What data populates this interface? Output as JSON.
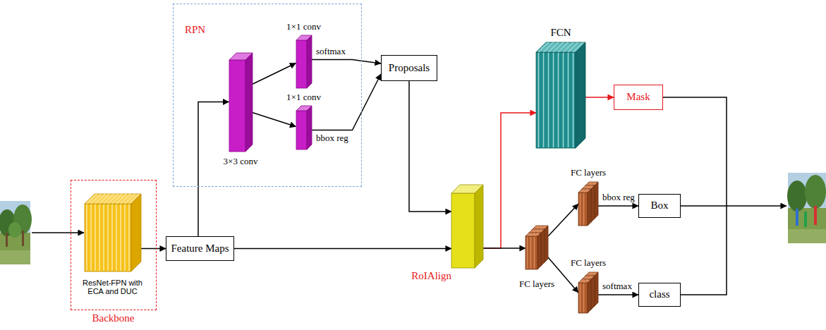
{
  "diagram": {
    "nodes": [
      {
        "text": [
          "Backbone"
        ]
      },
      {
        "text": [
          "ResNet-FPN with ECA and DUC"
        ],
        "in": 0
      },
      {
        "text": [
          "Feature Maps"
        ]
      },
      {
        "text": [
          "RPN"
        ]
      },
      {
        "text": [
          "3×3 conv"
        ],
        "in": 3
      },
      {
        "text": [
          "1×1 conv"
        ],
        "in": 3
      },
      {
        "text": [
          "1×1 conv"
        ],
        "in": 3
      },
      {
        "text": [
          "Proposals"
        ]
      },
      {
        "text": [
          "RoIAlign"
        ]
      },
      {
        "text": [
          "FCN"
        ]
      },
      {
        "text": [
          "Mask"
        ]
      },
      {
        "text": [
          "FC layers"
        ]
      },
      {
        "text": [
          "FC layers"
        ]
      },
      {
        "text": [
          "Box"
        ]
      },
      {
        "text": [
          "FC layers"
        ]
      },
      {
        "text": [
          "class"
        ]
      }
    ],
    "edges": [
      {
        "from": 1,
        "to": 2,
        "arrow": "to"
      },
      {
        "from": 2,
        "to": 4,
        "arrow": "to"
      },
      {
        "from": 4,
        "to": 5,
        "arrow": "to"
      },
      {
        "from": 4,
        "to": 6,
        "arrow": "to"
      },
      {
        "from": 5,
        "to": 7,
        "label": "softmax",
        "arrow": "to"
      },
      {
        "from": 6,
        "to": 7,
        "label": "bbox reg",
        "arrow": "to"
      },
      {
        "from": 7,
        "to": 8,
        "arrow": "to"
      },
      {
        "from": 2,
        "to": 8,
        "arrow": "to"
      },
      {
        "from": 8,
        "to": 9,
        "arrow": "to"
      },
      {
        "from": 9,
        "to": 10,
        "arrow": "to"
      },
      {
        "from": 8,
        "to": 11,
        "arrow": "to"
      },
      {
        "from": 11,
        "to": 12,
        "arrow": "to"
      },
      {
        "from": 11,
        "to": 14,
        "arrow": "to"
      },
      {
        "from": 12,
        "to": 13,
        "label": "bbox reg",
        "arrow": "to"
      },
      {
        "from": 14,
        "to": 15,
        "label": "softmax",
        "arrow": "to"
      }
    ]
  }
}
